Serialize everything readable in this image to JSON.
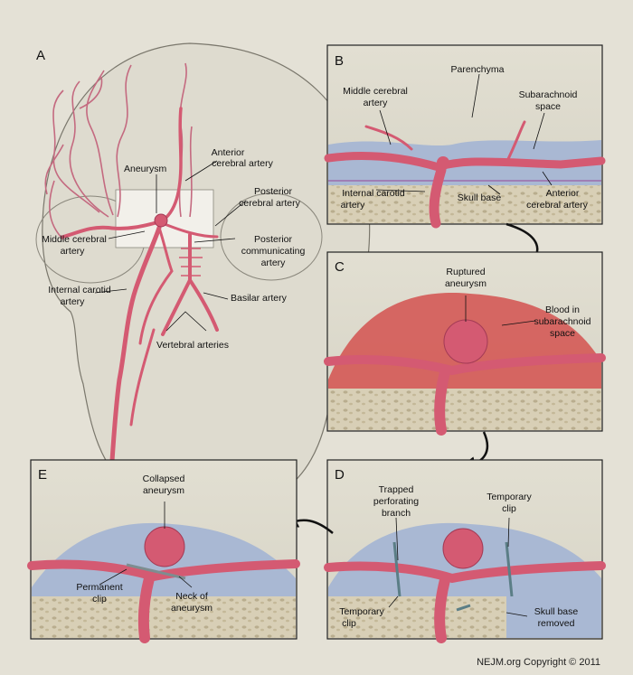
{
  "panels": {
    "A": {
      "letter": "A",
      "labels": {
        "aneurysm": "Aneurysm",
        "anterior_cerebral_1": "Anterior",
        "anterior_cerebral_2": "cerebral artery",
        "posterior_cerebral_1": "Posterior",
        "posterior_cerebral_2": "cerebral artery",
        "middle_cerebral_1": "Middle cerebral",
        "middle_cerebral_2": "artery",
        "posterior_communicating_1": "Posterior",
        "posterior_communicating_2": "communicating",
        "posterior_communicating_3": "artery",
        "internal_carotid_1": "Internal carotid",
        "internal_carotid_2": "artery",
        "basilar": "Basilar artery",
        "vertebral": "Vertebral arteries"
      }
    },
    "B": {
      "letter": "B",
      "labels": {
        "parenchyma": "Parenchyma",
        "middle_cerebral_1": "Middle cerebral",
        "middle_cerebral_2": "artery",
        "subarachnoid_1": "Subarachnoid",
        "subarachnoid_2": "space",
        "internal_carotid_1": "Internal carotid",
        "internal_carotid_2": "artery",
        "skull_base": "Skull base",
        "anterior_cerebral_1": "Anterior",
        "anterior_cerebral_2": "cerebral artery"
      }
    },
    "C": {
      "letter": "C",
      "labels": {
        "ruptured_1": "Ruptured",
        "ruptured_2": "aneurysm",
        "blood_1": "Blood in",
        "blood_2": "subarachnoid",
        "blood_3": "space"
      }
    },
    "D": {
      "letter": "D",
      "labels": {
        "trapped_1": "Trapped",
        "trapped_2": "perforating",
        "trapped_3": "branch",
        "temp_clip_top_1": "Temporary",
        "temp_clip_top_2": "clip",
        "temp_clip_bottom_1": "Temporary",
        "temp_clip_bottom_2": "clip",
        "skull_removed_1": "Skull base",
        "skull_removed_2": "removed"
      }
    },
    "E": {
      "letter": "E",
      "labels": {
        "collapsed_1": "Collapsed",
        "collapsed_2": "aneurysm",
        "permanent_1": "Permanent",
        "permanent_2": "clip",
        "neck_1": "Neck of",
        "neck_2": "aneurysm"
      }
    }
  },
  "copyright": "NEJM.org Copyright © 2011",
  "colors": {
    "background": "#e4e1d6",
    "artery": "#d45a72",
    "artery_dark": "#b5405a",
    "brain": "#d2cfc0",
    "csf": "#9fb0cf",
    "blood": "#cf4a48",
    "bone": "#d9d1bb",
    "panel_border": "#222222"
  }
}
